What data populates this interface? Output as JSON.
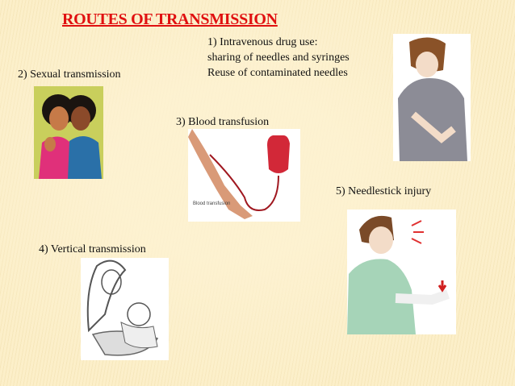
{
  "title": "ROUTES OF TRANSMISSION",
  "routes": {
    "iv": {
      "line1": "1)  Intravenous drug use:",
      "line2": "sharing of needles and syringes",
      "line3": "Reuse of contaminated needles"
    },
    "sexual": "2) Sexual transmission",
    "blood": "3) Blood transfusion",
    "vertical": "4) Vertical transmission",
    "needlestick": "5) Needlestick injury"
  },
  "images": {
    "blood_caption": "Blood transfusion"
  }
}
